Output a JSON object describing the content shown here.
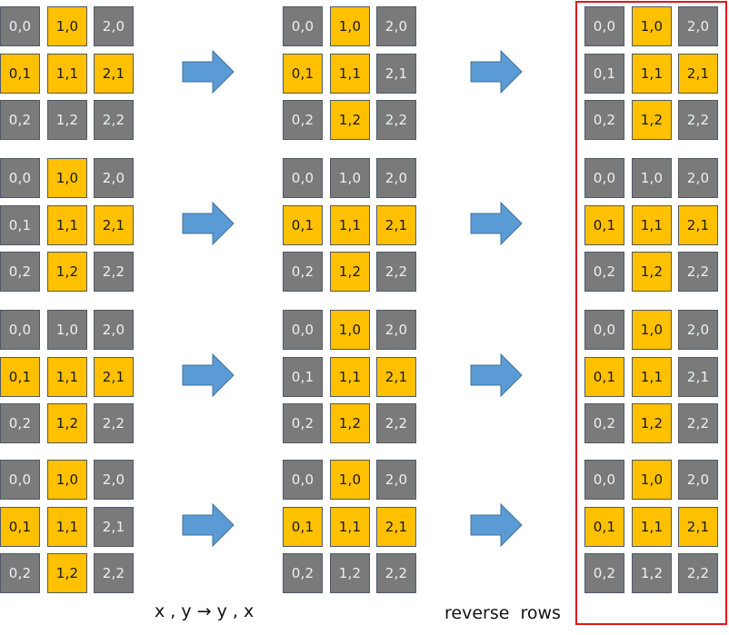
{
  "cell_labels": [
    [
      "0,0",
      "1,0",
      "2,0"
    ],
    [
      "0,1",
      "1,1",
      "2,1"
    ],
    [
      "0,2",
      "1,2",
      "2,2"
    ]
  ],
  "colors": {
    "cell_off": "#7a7a7a",
    "cell_on": "#ffc000",
    "arrow": "#5b9bd5",
    "highlight_border": "#e3141b"
  },
  "examples": [
    {
      "input": [
        [
          0,
          1,
          0
        ],
        [
          1,
          1,
          1
        ],
        [
          0,
          0,
          0
        ]
      ],
      "transposed": [
        [
          0,
          1,
          0
        ],
        [
          1,
          1,
          0
        ],
        [
          0,
          1,
          0
        ]
      ],
      "result": [
        [
          0,
          1,
          0
        ],
        [
          0,
          1,
          1
        ],
        [
          0,
          1,
          0
        ]
      ]
    },
    {
      "input": [
        [
          0,
          1,
          0
        ],
        [
          0,
          1,
          1
        ],
        [
          0,
          1,
          0
        ]
      ],
      "transposed": [
        [
          0,
          0,
          0
        ],
        [
          1,
          1,
          1
        ],
        [
          0,
          1,
          0
        ]
      ],
      "result": [
        [
          0,
          0,
          0
        ],
        [
          1,
          1,
          1
        ],
        [
          0,
          1,
          0
        ]
      ]
    },
    {
      "input": [
        [
          0,
          0,
          0
        ],
        [
          1,
          1,
          1
        ],
        [
          0,
          1,
          0
        ]
      ],
      "transposed": [
        [
          0,
          1,
          0
        ],
        [
          0,
          1,
          1
        ],
        [
          0,
          1,
          0
        ]
      ],
      "result": [
        [
          0,
          1,
          0
        ],
        [
          1,
          1,
          0
        ],
        [
          0,
          1,
          0
        ]
      ]
    },
    {
      "input": [
        [
          0,
          1,
          0
        ],
        [
          1,
          1,
          0
        ],
        [
          0,
          1,
          0
        ]
      ],
      "transposed": [
        [
          0,
          1,
          0
        ],
        [
          1,
          1,
          1
        ],
        [
          0,
          0,
          0
        ]
      ],
      "result": [
        [
          0,
          1,
          0
        ],
        [
          1,
          1,
          1
        ],
        [
          0,
          0,
          0
        ]
      ]
    }
  ],
  "captions": {
    "transpose": "x , y → y , x",
    "reverse": "reverse  rows"
  }
}
